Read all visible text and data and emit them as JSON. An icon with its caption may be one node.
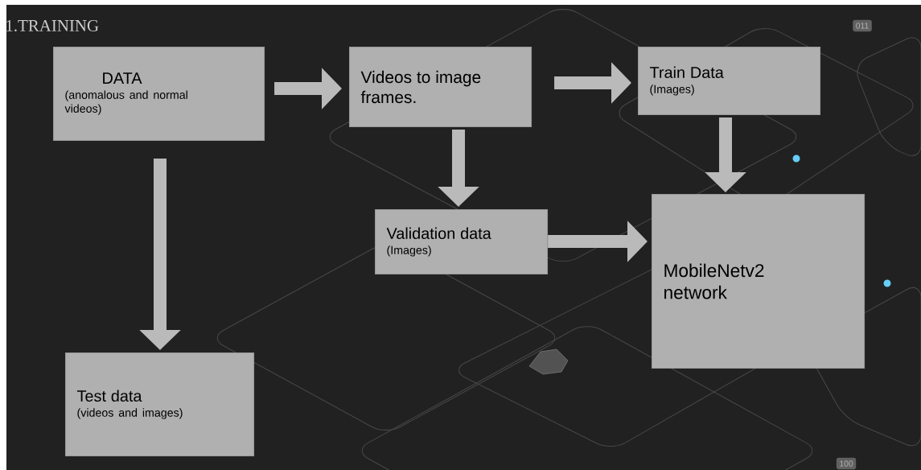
{
  "diagram": {
    "title": "1.TRAINING",
    "nodes": [
      {
        "text": [
          "DATA",
          "(anomalous and normal videos)"
        ]
      },
      {
        "text": [
          "Videos to image frames."
        ]
      },
      {
        "text": [
          "Train Data",
          "(Images)"
        ]
      },
      {
        "text": [
          "Validation data",
          "(Images)"
        ]
      },
      {
        "text": [
          "MobileNetv2 network"
        ]
      },
      {
        "text": [
          "Test data",
          "(videos and images)"
        ]
      }
    ],
    "edges": [
      {
        "from": 0,
        "to": 1,
        "arrow": "to"
      },
      {
        "from": 1,
        "to": 2,
        "arrow": "to"
      },
      {
        "from": 1,
        "to": 3,
        "arrow": "to"
      },
      {
        "from": 2,
        "to": 4,
        "arrow": "to"
      },
      {
        "from": 3,
        "to": 4,
        "arrow": "to"
      },
      {
        "from": 0,
        "to": 5,
        "arrow": "to"
      }
    ],
    "labels": [
      "011",
      "100"
    ]
  }
}
